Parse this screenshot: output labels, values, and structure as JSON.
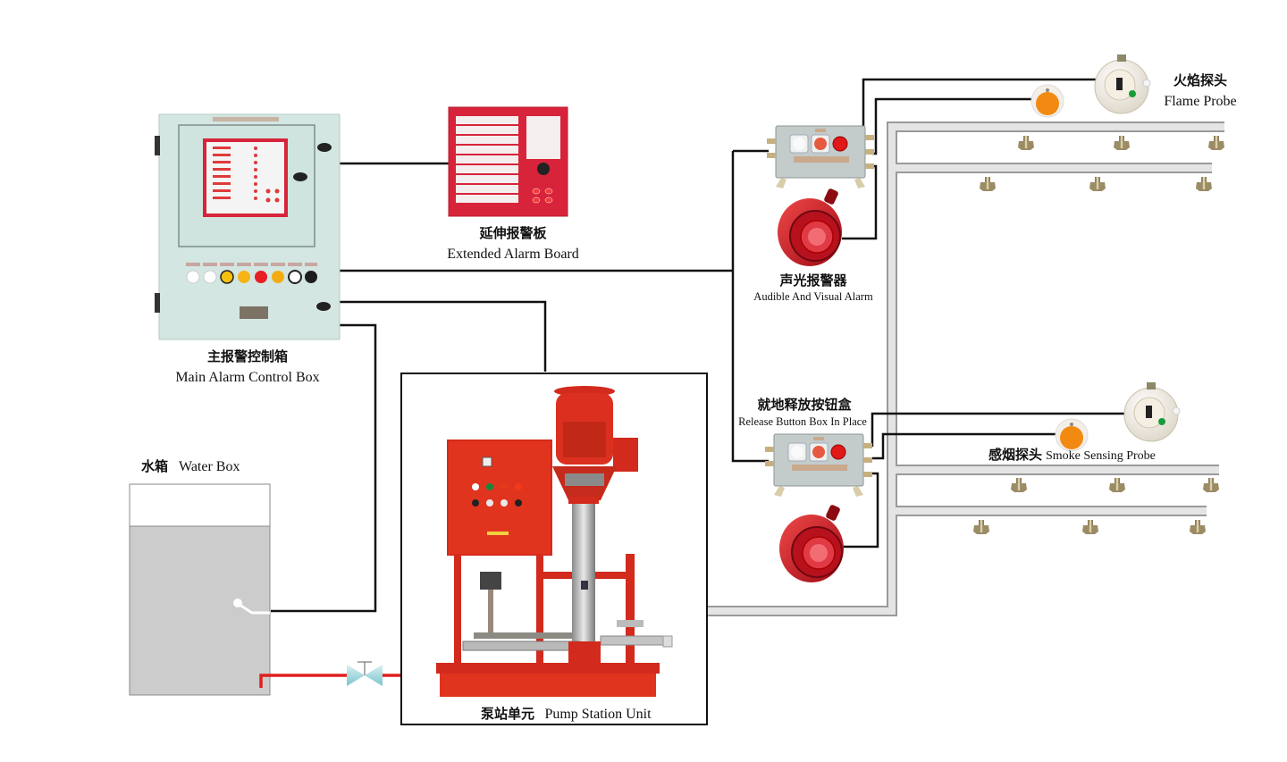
{
  "diagram": {
    "title": "Fire-fighting system schematic",
    "colors": {
      "wire": "#111111",
      "pipe": "#e4e4e4",
      "pipe_border": "#9a9a9a",
      "water_line": "#e01e1e",
      "control_box": "#d3e6e2",
      "alarm_red": "#c8102e",
      "pump_red": "#d62b1c",
      "probe_orange": "#f28a12",
      "tank_water": "#cccccc"
    },
    "components": {
      "main_alarm_box": {
        "label_cn": "主报警控制箱",
        "label_en": "Main Alarm Control Box"
      },
      "extended_alarm_board": {
        "label_cn": "延伸报警板",
        "label_en": "Extended Alarm Board"
      },
      "audible_visual_alarm": {
        "label_cn": "声光报警器",
        "label_en": "Audible And Visual Alarm"
      },
      "release_button_box": {
        "label_cn": "就地释放按钮盒",
        "label_en": "Release Button Box In Place"
      },
      "flame_probe": {
        "label_cn": "火焰探头",
        "label_en": "Flame Probe"
      },
      "smoke_probe": {
        "label_cn": "感烟探头",
        "label_en": "Smoke Sensing Probe"
      },
      "water_box": {
        "label_cn": "水箱",
        "label_en": "Water Box"
      },
      "pump_station": {
        "label_cn": "泵站单元",
        "label_en": "Pump Station Unit"
      }
    }
  }
}
